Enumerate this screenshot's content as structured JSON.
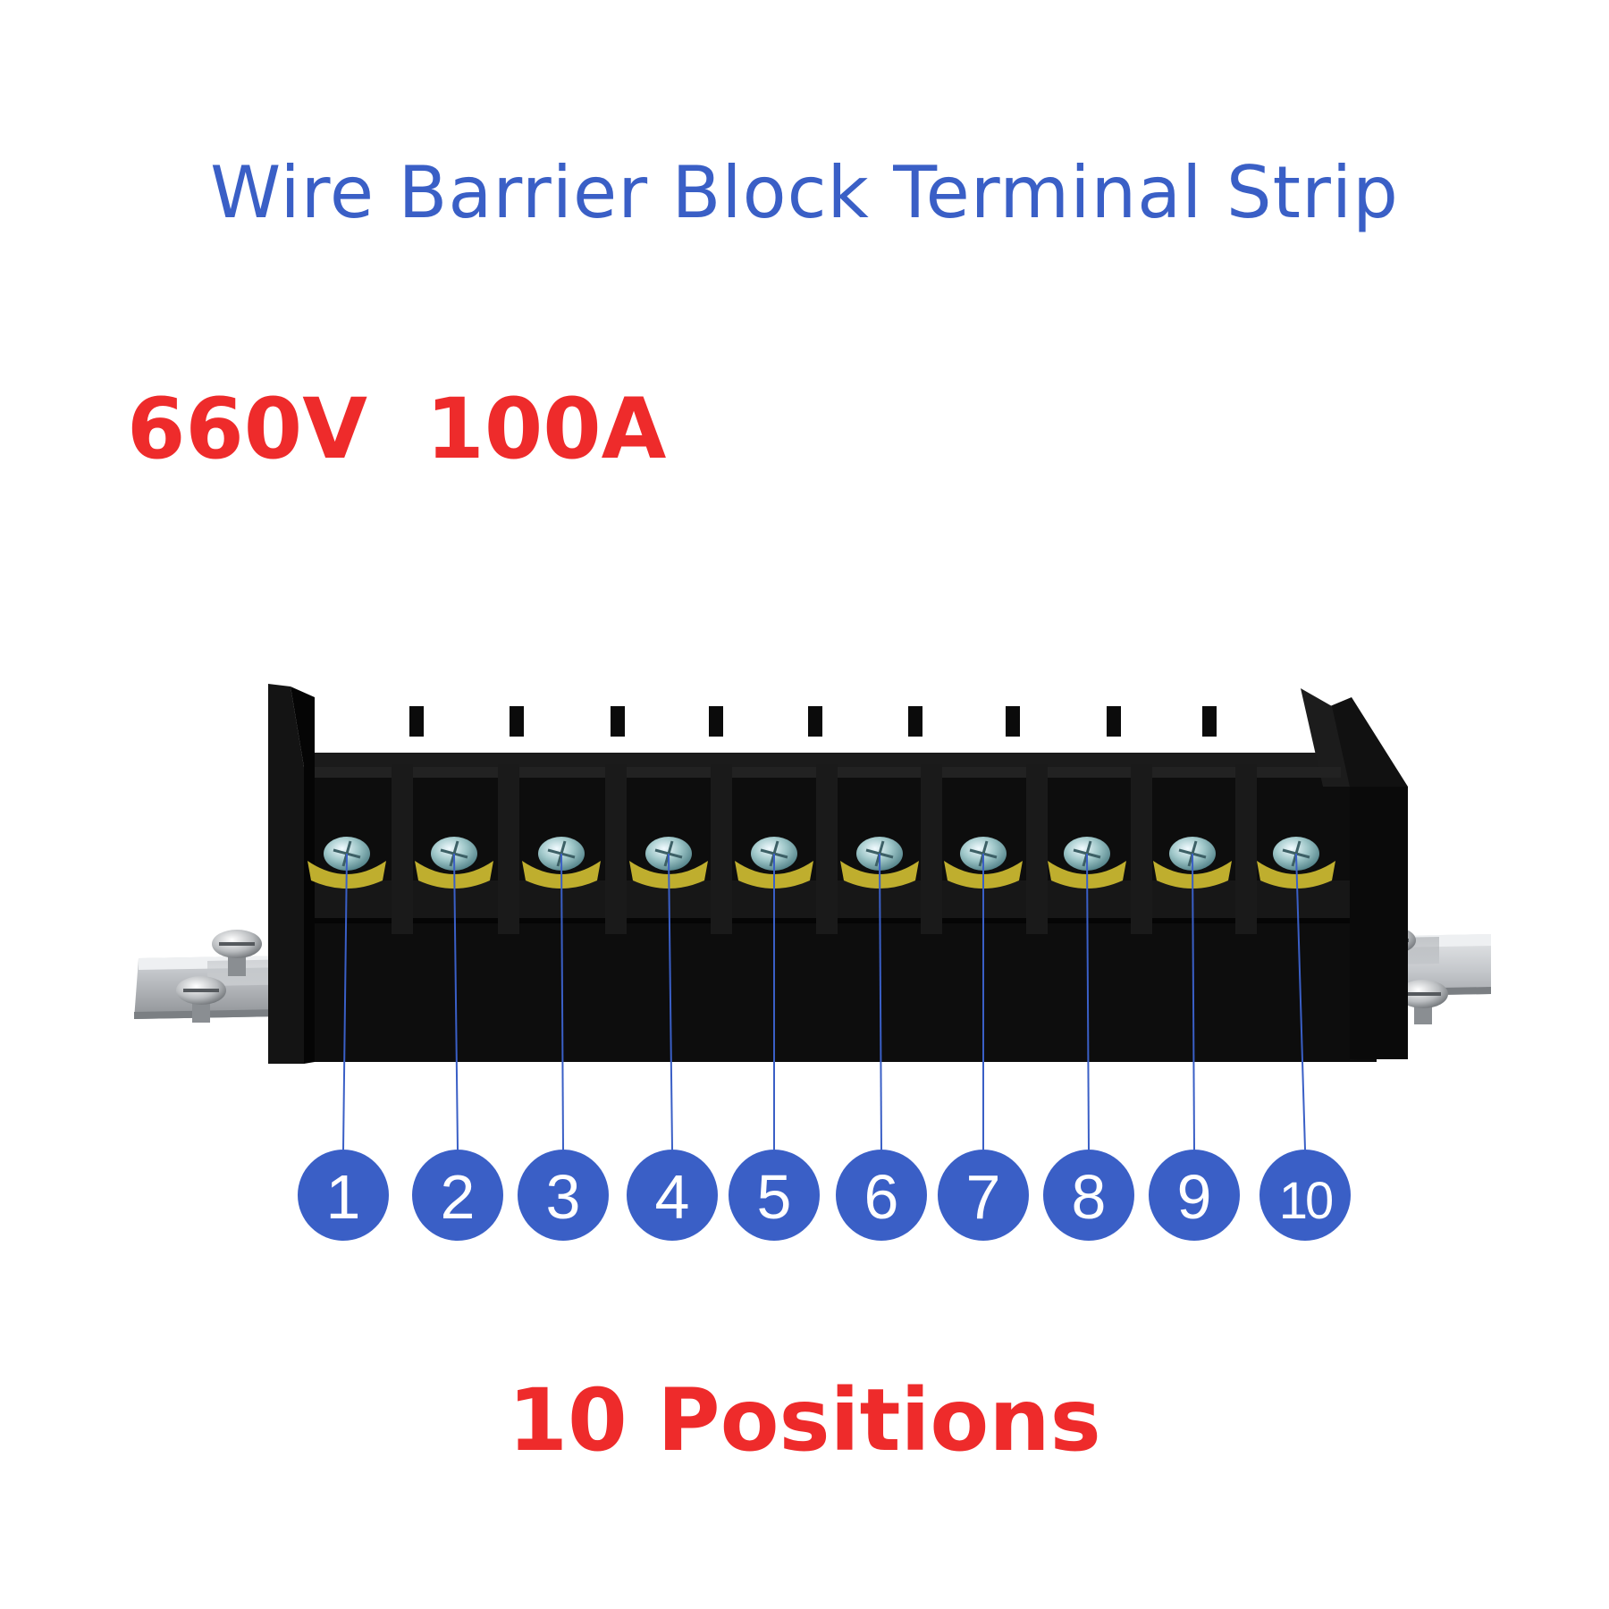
{
  "title": "Wire Barrier Block Terminal Strip",
  "rating": "660V  100A",
  "positions_label": "10 Positions",
  "colors": {
    "title": "#3a5fc6",
    "accent_red": "#ee2b2b",
    "badge_blue": "#3a5fc6",
    "block_black": "#0c0c0c",
    "washer_yellow": "#bfae2e",
    "rail_silver": "#c9ccd0"
  },
  "terminals": [
    {
      "label": "1"
    },
    {
      "label": "2"
    },
    {
      "label": "3"
    },
    {
      "label": "4"
    },
    {
      "label": "5"
    },
    {
      "label": "6"
    },
    {
      "label": "7"
    },
    {
      "label": "8"
    },
    {
      "label": "9"
    },
    {
      "label": "10"
    }
  ]
}
